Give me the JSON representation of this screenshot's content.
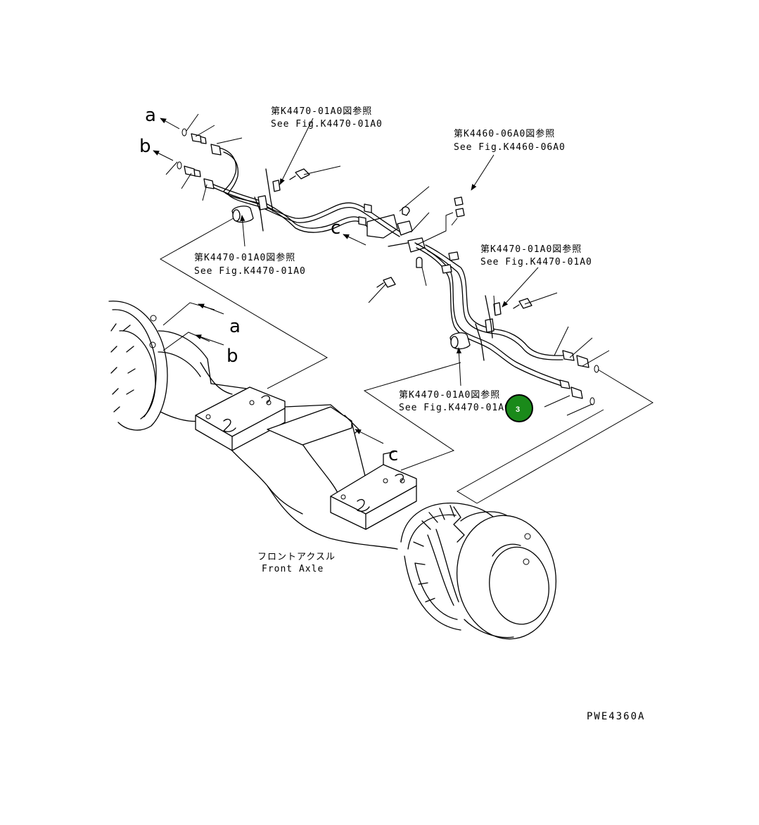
{
  "refs": {
    "r1_jp": "第K4470-01A0図参照",
    "r1_en": "See Fig.K4470-01A0",
    "r2_jp": "第K4460-06A0図参照",
    "r2_en": "See Fig.K4460-06A0",
    "r3_jp": "第K4470-01A0図参照",
    "r3_en": "See Fig.K4470-01A0",
    "r4_jp": "第K4470-01A0図参照",
    "r4_en": "See Fig.K4470-01A0",
    "r5_jp": "第K4470-01A0図参照",
    "r5_en": "See Fig.K4470-01A0"
  },
  "letters": {
    "a": "a",
    "b": "b",
    "c": "c"
  },
  "axle": {
    "jp": "フロントアクスル",
    "en": "Front Axle"
  },
  "drawing_code": "PWE4360A",
  "callout": {
    "number": "3",
    "color": "#1a8a1a"
  }
}
